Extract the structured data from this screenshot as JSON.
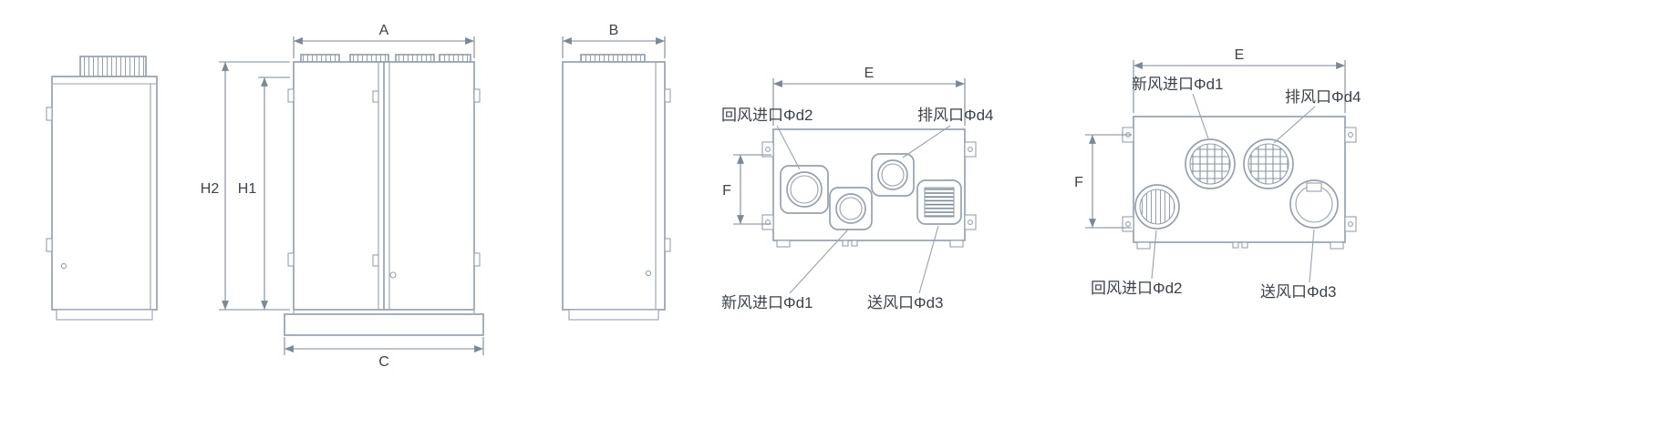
{
  "drawing": {
    "dimensions": {
      "A": "A",
      "B": "B",
      "C": "C",
      "E": "E",
      "F": "F",
      "H1": "H1",
      "H2": "H2"
    },
    "port_labels": {
      "return_air_inlet": "回风进口Φd2",
      "exhaust_outlet": "排风口Φd4",
      "fresh_air_inlet": "新风进口Φd1",
      "supply_outlet": "送风口Φd3"
    },
    "colors": {
      "line": "#98A1AB",
      "dim_line": "#7E8893",
      "text": "#3D4349"
    }
  }
}
